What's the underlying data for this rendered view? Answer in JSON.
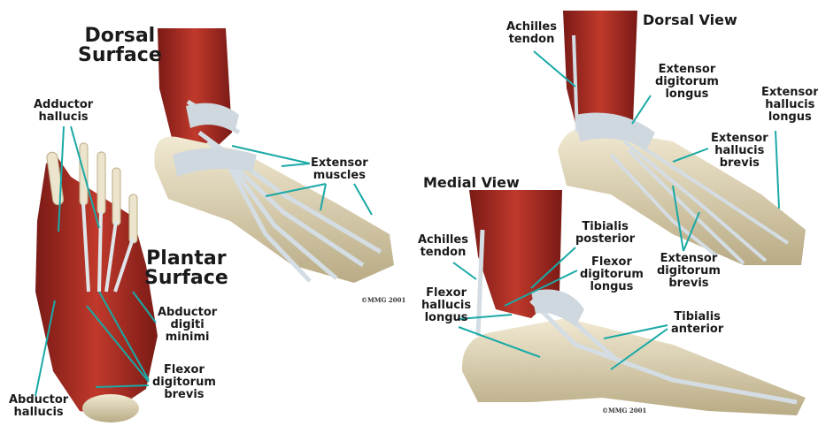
{
  "panels": {
    "dorsal_plantar": {
      "dorsal_title": [
        "Dorsal",
        "Surface"
      ],
      "plantar_title": [
        "Plantar",
        "Surface"
      ],
      "labels": {
        "adductor_hallucis": [
          "Adductor",
          "hallucis"
        ],
        "extensor_muscles": [
          "Extensor",
          "muscles"
        ],
        "abductor_digiti_minimi": [
          "Abductor",
          "digiti",
          "minimi"
        ],
        "flexor_digitorum_brevis": [
          "Flexor",
          "digitorum",
          "brevis"
        ],
        "abductor_hallucis": [
          "Abductor",
          "hallucis"
        ]
      },
      "copyright": "©MMG 2001"
    },
    "dorsal_view": {
      "title": "Dorsal View",
      "labels": {
        "achilles_tendon": [
          "Achilles",
          "tendon"
        ],
        "extensor_digitorum_longus": [
          "Extensor",
          "digitorum",
          "longus"
        ],
        "extensor_hallucis_longus": [
          "Extensor",
          "hallucis",
          "longus"
        ],
        "extensor_hallucis_brevis": [
          "Extensor",
          "hallucis",
          "brevis"
        ],
        "extensor_digitorum_brevis": [
          "Extensor",
          "digitorum",
          "brevis"
        ]
      }
    },
    "medial_view": {
      "title": "Medial View",
      "labels": {
        "achilles_tendon": [
          "Achilles",
          "tendon"
        ],
        "tibialis_posterior": [
          "Tibialis",
          "posterior"
        ],
        "flexor_digitorum_longus": [
          "Flexor",
          "digitorum",
          "longus"
        ],
        "flexor_hallucis_longus": [
          "Flexor",
          "hallucis",
          "longus"
        ],
        "tibialis_anterior": [
          "Tibialis",
          "anterior"
        ]
      },
      "copyright": "©MMG 2001"
    }
  },
  "colors": {
    "muscle": "#b3302a",
    "muscle_dark": "#7a1a16",
    "tendon": "#d4dde3",
    "bone": "#e6dcc0",
    "bone_shade": "#b9ab85",
    "leader": "#1aa9a6"
  }
}
